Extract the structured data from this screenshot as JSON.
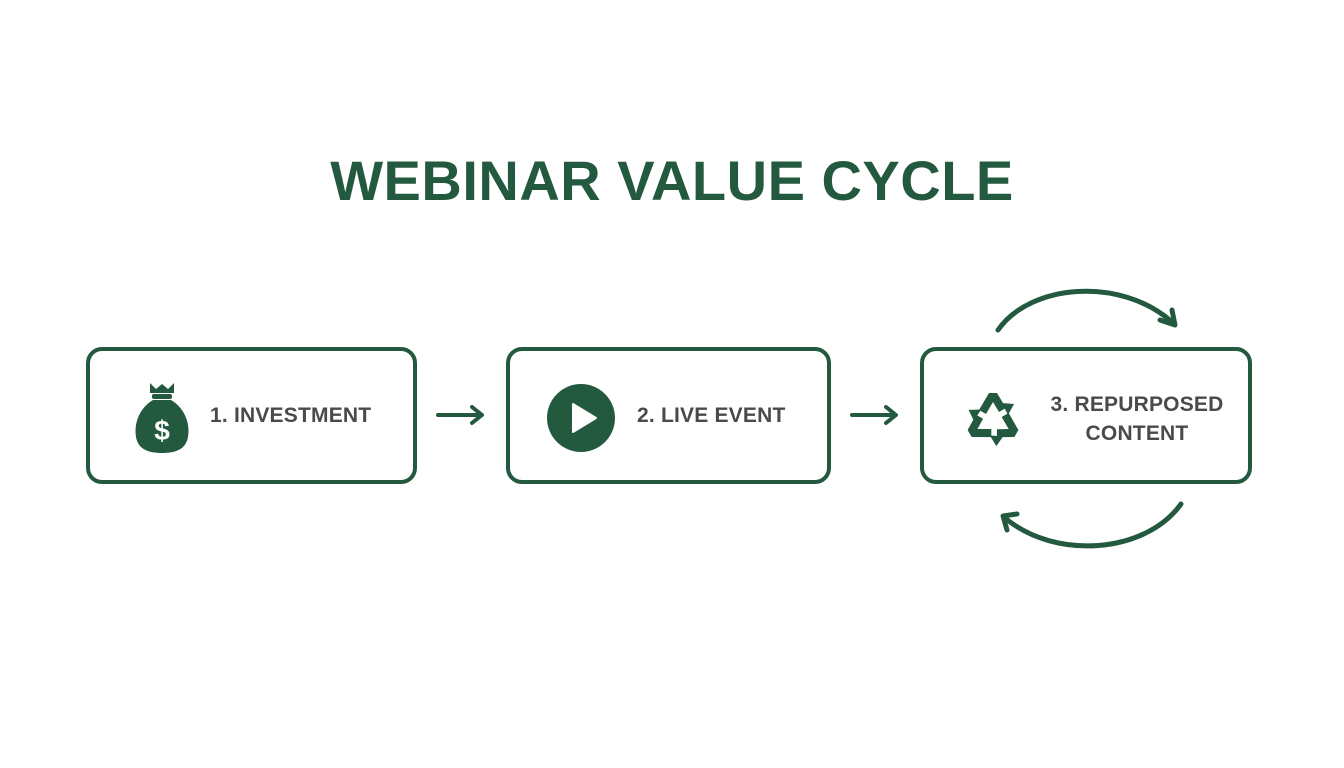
{
  "title": "WEBINAR VALUE CYCLE",
  "steps": [
    {
      "label": "1. INVESTMENT",
      "icon": "money-bag-icon"
    },
    {
      "label": "2. LIVE EVENT",
      "icon": "play-icon"
    },
    {
      "label_line1": "3. REPURPOSED",
      "label_line2": "CONTENT",
      "icon": "recycle-icon"
    }
  ],
  "colors": {
    "accent": "#235a3f",
    "text": "#4a4a4a",
    "background": "#ffffff"
  }
}
